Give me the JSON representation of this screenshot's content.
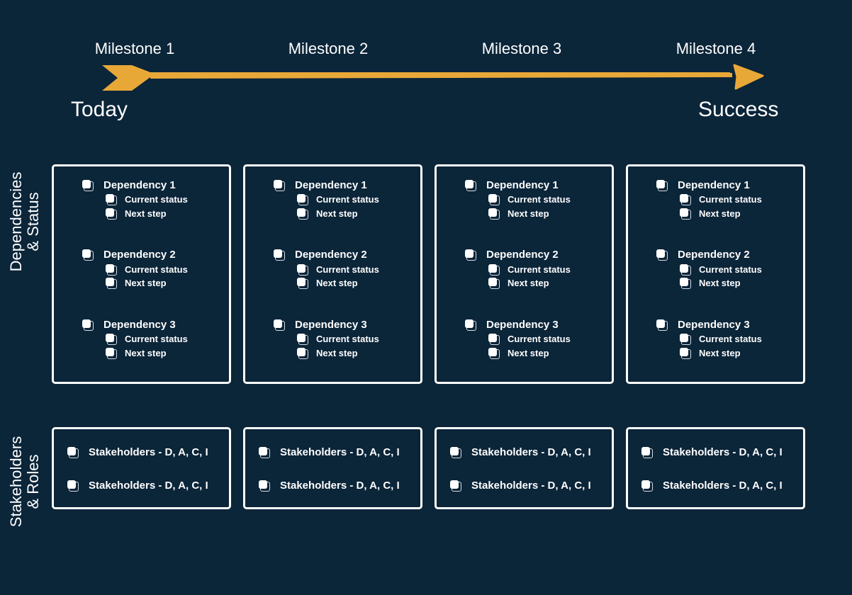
{
  "milestones": [
    "Milestone 1",
    "Milestone 2",
    "Milestone 3",
    "Milestone 4"
  ],
  "start_label": "Today",
  "end_label": "Success",
  "side_labels": {
    "dependencies": [
      "Dependencies",
      "& Status"
    ],
    "stakeholders": [
      "Stakeholders",
      "& Roles"
    ]
  },
  "colors": {
    "background": "#0b2539",
    "arrow": "#e8a838",
    "text": "#ffffff"
  },
  "columns": [
    {
      "dependencies": [
        {
          "title": "Dependency 1",
          "status": "Current status",
          "next": "Next step"
        },
        {
          "title": "Dependency 2",
          "status": "Current status",
          "next": "Next step"
        },
        {
          "title": "Dependency 3",
          "status": "Current status",
          "next": "Next step"
        }
      ],
      "stakeholders": [
        "Stakeholders - D, A, C, I",
        "Stakeholders - D, A, C, I"
      ]
    },
    {
      "dependencies": [
        {
          "title": "Dependency 1",
          "status": "Current status",
          "next": "Next step"
        },
        {
          "title": "Dependency 2",
          "status": "Current status",
          "next": "Next step"
        },
        {
          "title": "Dependency 3",
          "status": "Current status",
          "next": "Next step"
        }
      ],
      "stakeholders": [
        "Stakeholders - D, A, C, I",
        "Stakeholders - D, A, C, I"
      ]
    },
    {
      "dependencies": [
        {
          "title": "Dependency 1",
          "status": "Current status",
          "next": "Next step"
        },
        {
          "title": "Dependency 2",
          "status": "Current status",
          "next": "Next step"
        },
        {
          "title": "Dependency 3",
          "status": "Current status",
          "next": "Next step"
        }
      ],
      "stakeholders": [
        "Stakeholders - D, A, C, I",
        "Stakeholders - D, A, C, I"
      ]
    },
    {
      "dependencies": [
        {
          "title": "Dependency 1",
          "status": "Current status",
          "next": "Next step"
        },
        {
          "title": "Dependency 2",
          "status": "Current status",
          "next": "Next step"
        },
        {
          "title": "Dependency 3",
          "status": "Current status",
          "next": "Next step"
        }
      ],
      "stakeholders": [
        "Stakeholders - D, A, C, I",
        "Stakeholders - D, A, C, I"
      ]
    }
  ]
}
